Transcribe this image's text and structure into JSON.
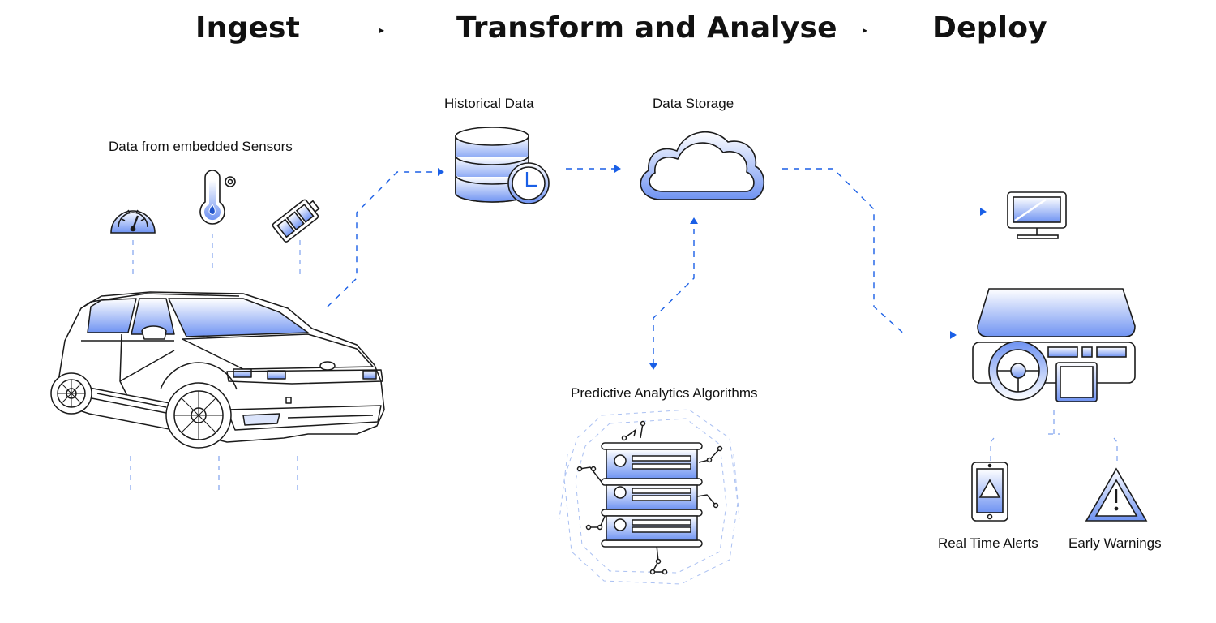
{
  "stages": [
    {
      "title": "Ingest"
    },
    {
      "title": "Transform and Analyse"
    },
    {
      "title": "Deploy"
    }
  ],
  "stage_separator_glyph": "▸",
  "labels": {
    "sensors": "Data from embedded Sensors",
    "historical": "Historical Data",
    "storage": "Data Storage",
    "predictive": "Predictive Analytics Algorithms",
    "alerts": "Real Time Alerts",
    "warnings": "Early Warnings"
  },
  "colors": {
    "accent": "#1a5fe6",
    "gradient_light": "#ffffff",
    "gradient_dark": "#6f93f2",
    "line": "#1b1b1b"
  },
  "icons": [
    "gauge-icon",
    "thermometer-icon",
    "battery-icon",
    "car-illustration",
    "database-clock-icon",
    "cloud-icon",
    "server-rack-icon",
    "monitor-icon",
    "dashboard-icon",
    "phone-alert-icon",
    "warning-triangle-icon"
  ]
}
